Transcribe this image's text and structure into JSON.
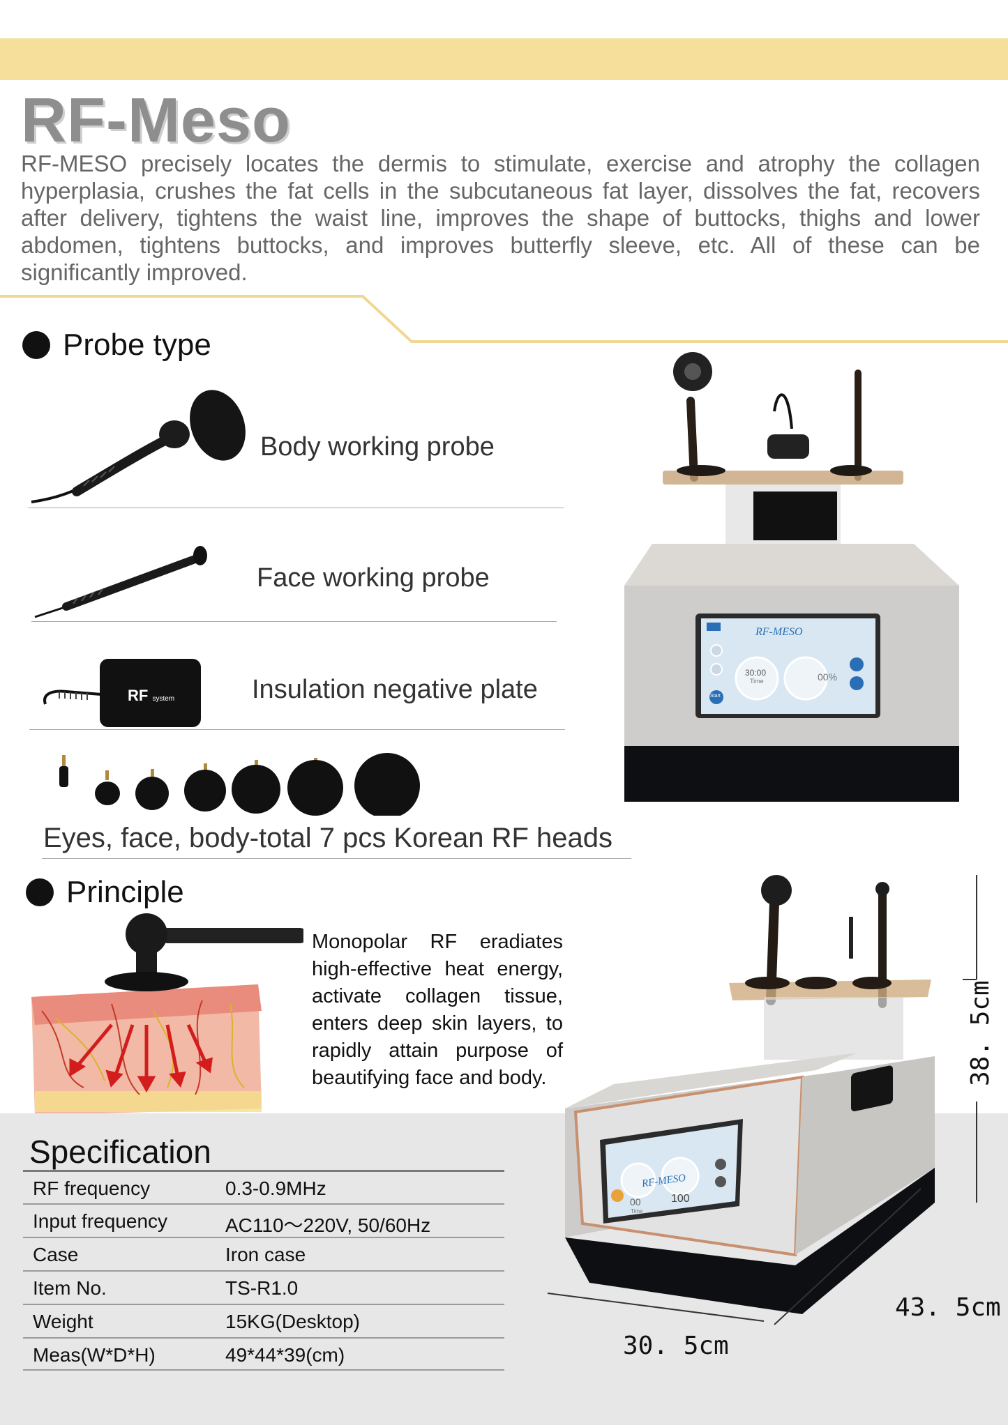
{
  "header": {
    "title": "RF-Meso",
    "intro": "RF-MESO precisely locates the dermis to stimulate, exercise and atrophy the collagen hyperplasia, crushes the fat cells in the subcutaneous fat layer, dissolves the fat, recovers after delivery, tightens the waist line, improves the shape of buttocks, thighs and lower abdomen, tightens buttocks, and improves butterfly sleeve, etc. All of these can be significantly improved."
  },
  "probe_section": {
    "heading": "Probe type",
    "items": [
      {
        "label": "Body working probe"
      },
      {
        "label": "Face working probe"
      },
      {
        "label": "Insulation negative plate"
      }
    ],
    "plate_logo": "RF",
    "plate_logo_sub": "system",
    "heads_caption": "Eyes, face, body-total 7 pcs Korean RF heads"
  },
  "device_screen": {
    "brand": "RF-MESO",
    "timer": "30:00",
    "timer_label": "Time",
    "energy": "00%",
    "start": "Start"
  },
  "principle_section": {
    "heading": "Principle",
    "text": "Monopolar RF eradiates high-effective heat energy, activate collagen tissue, enters deep skin layers, to rapidly attain purpose of beautifying face and body."
  },
  "specification": {
    "title": "Specification",
    "rows": [
      {
        "label": "RF frequency",
        "value": "0.3-0.9MHz"
      },
      {
        "label": "Input frequency",
        "value": "AC110～220V, 50/60Hz"
      },
      {
        "label": "Case",
        "value": "Iron case"
      },
      {
        "label": "Item No.",
        "value": "TS-R1.0"
      },
      {
        "label": "Weight",
        "value": "15KG(Desktop)"
      },
      {
        "label": "Meas(W*D*H)",
        "value": "49*44*39(cm)"
      }
    ]
  },
  "dimensions": {
    "height": "38. 5cm",
    "depth": "43. 5cm",
    "width": "30. 5cm",
    "screen_brand": "RF-MESO",
    "screen_time": "00",
    "screen_time_label": "Time",
    "screen_energy": "100"
  },
  "colors": {
    "band": "#f6df9a",
    "divider": "#f0d893",
    "spec_bg": "#e7e7e8"
  }
}
